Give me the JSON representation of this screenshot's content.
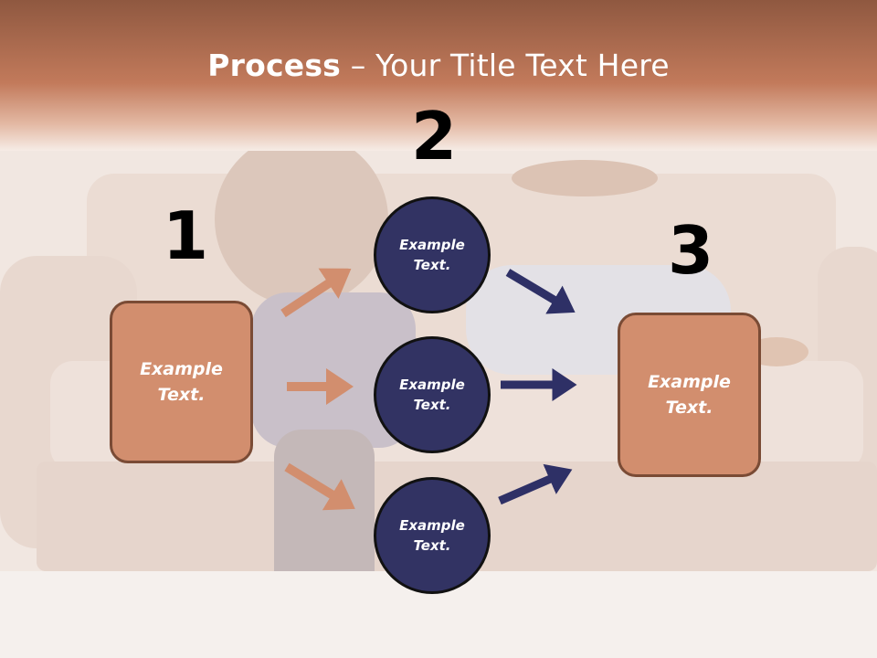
{
  "title": {
    "bold": "Process",
    "rest": " – Your Title Text Here"
  },
  "steps": [
    {
      "number": "1",
      "text": "Example\nText."
    },
    {
      "number": "2",
      "items": [
        {
          "text": "Example\nText."
        },
        {
          "text": "Example\nText."
        },
        {
          "text": "Example\nText."
        }
      ]
    },
    {
      "number": "3",
      "text": "Example\nText."
    }
  ],
  "colors": {
    "header": "#c57d5e",
    "box": "#d28e6e",
    "circle": "#323363",
    "arrow_left": "#d28e6e",
    "arrow_right": "#2e3066"
  }
}
